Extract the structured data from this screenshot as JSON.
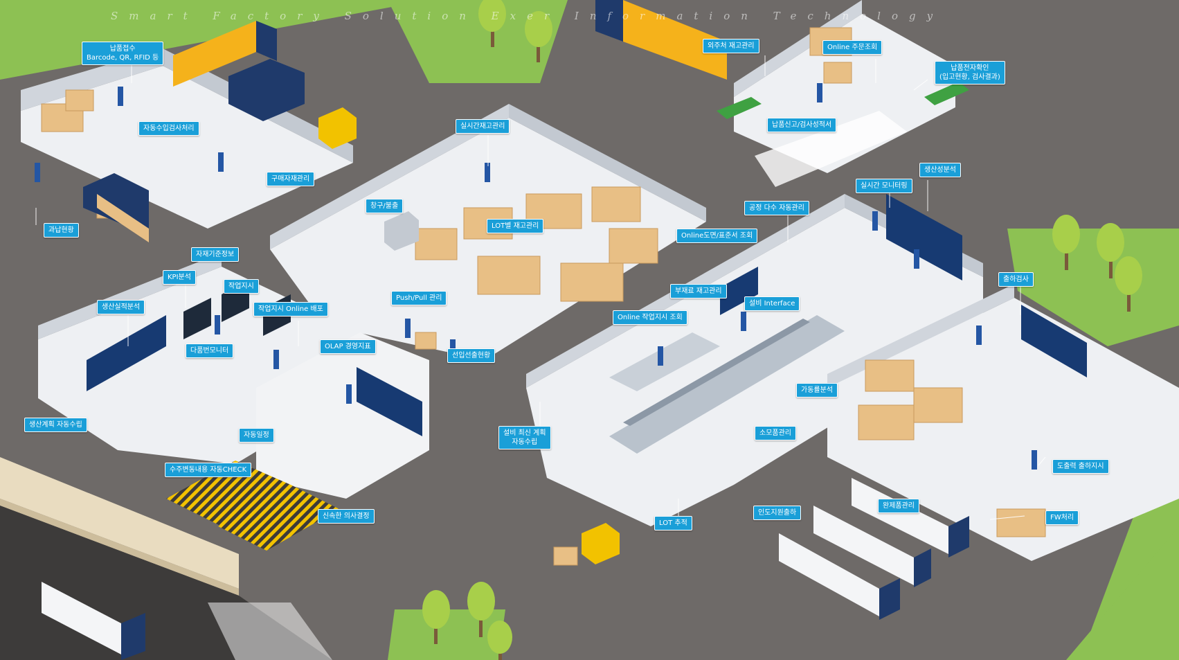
{
  "tagline": "Smart Factory Solution  Exer Information Technology",
  "colors": {
    "grass": "#8dc153",
    "road": "#6e6a68",
    "floor": "#eef0f3",
    "wall": "#d8dce2",
    "callout": "#1a9fd8",
    "truck_yellow": "#f5b21b",
    "truck_navy": "#1f3a6b",
    "box": "#e8bf85",
    "worker": "#2456a4",
    "screen": "#173a72"
  },
  "callouts": {
    "receiving_scan": {
      "line1": "납품접수",
      "line2": "Barcode, QR, RFID 등"
    },
    "auto_inspection": "자동수입검사처리",
    "material_storage": "구매자재관리",
    "process_status": "과납현황",
    "material_pallet": "자재기준정보",
    "kpi_analysis": "KPI분석",
    "work_order": "작업지시",
    "performance_analysis": "생산실적분석",
    "work_order_online": "작업지시 Online 배포",
    "monitoring": "다품번모니터",
    "olap_analysis": "OLAP 경영지표",
    "production_plan_auto": "생산계획 자동수립",
    "auto_schedule": "자동일정",
    "order_change_check": "수주변동내용 자동CHECK",
    "quick_decision": "신속한 의사결정",
    "realtime_inventory": "실시간재고관리",
    "tool_kitting": "창구/불출",
    "lot_inventory": "LOT별 재고관리",
    "push_pull": "Push/Pull 관리",
    "supply_status": "선입선출현황",
    "outsourcing_inventory": "외주처 재고관리",
    "online_order": "Online 주문조회",
    "delivery_confirm": {
      "line1": "납품전자확인",
      "line2": "(입고현황, 검사결과)"
    },
    "delivery_inspection": "납품신고/검사성적서",
    "realtime_monitoring": "실시간 모니터링",
    "productivity_analysis": "생산성분석",
    "multi_equipment": "공정 다수 자동관리",
    "online_drawing": "Online도면/표준서 조회",
    "process_inventory": "부재료 재고관리",
    "equipment_interface": "설비 Interface",
    "online_work_order": "Online 작업지시 조회",
    "equipment_plan": {
      "line1": "설비 최신 계획",
      "line2": "자동수립"
    },
    "equipment_analysis": "가동률분석",
    "consumables": "소모품관리",
    "lot_tracking": "LOT 추적",
    "shipping": "출하검사",
    "finished_storage": "완제품관리",
    "outbound": "인도지원출하",
    "auto_shipping": "도출력 출하지시",
    "pallet": "FW처리"
  }
}
